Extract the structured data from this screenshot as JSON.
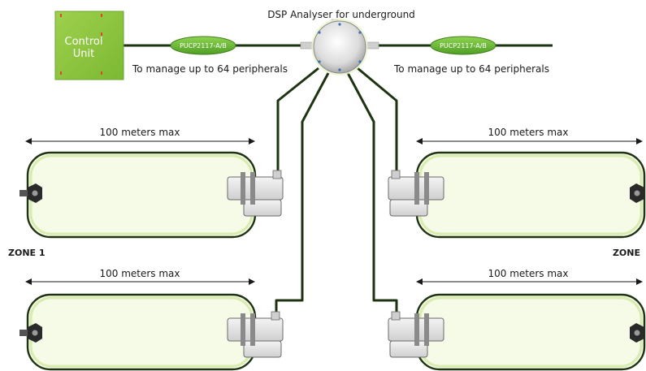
{
  "title": "DSP Analyser for underground",
  "control_unit": {
    "line1": "Control",
    "line2": "Unit"
  },
  "modules": {
    "left": "PUCP2117-A/B",
    "right": "PUCP2117-A/B"
  },
  "captions": {
    "left": "To manage up to 64 peripherals",
    "right": "To manage up to 64 peripherals"
  },
  "dimensions": {
    "top_left": "100 meters max",
    "top_right": "100 meters max",
    "bottom_left": "100 meters max",
    "bottom_right": "100 meters max"
  },
  "zones": {
    "left": "ZONE 1",
    "right": "ZONE"
  },
  "colors": {
    "control_unit": "#8cc63f",
    "module": "#6cbf3a",
    "cable": "#1e3312",
    "loop_fill": "#f6fbe8",
    "loop_glow": "#d6eaa8"
  }
}
